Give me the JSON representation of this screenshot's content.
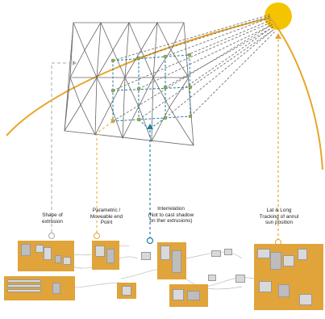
{
  "labels": {
    "shape": "Shape of\nextrusion",
    "parametric": "Parametric /\nMoveable end\nPoint",
    "interrelation": "Interrelation\n(Not to cast shadow\non ther extrusions)",
    "latlong": "Lat & Long\nTracking of annul\nsun position"
  },
  "colors": {
    "sun": "#f5c400",
    "orbit": "#e8a62a",
    "dashed_orange": "#e8a62a",
    "dashed_teal": "#1f7ea1",
    "dashed_gray": "#aaaaaa",
    "panel": "#e0a43a",
    "grid": "#666666"
  }
}
